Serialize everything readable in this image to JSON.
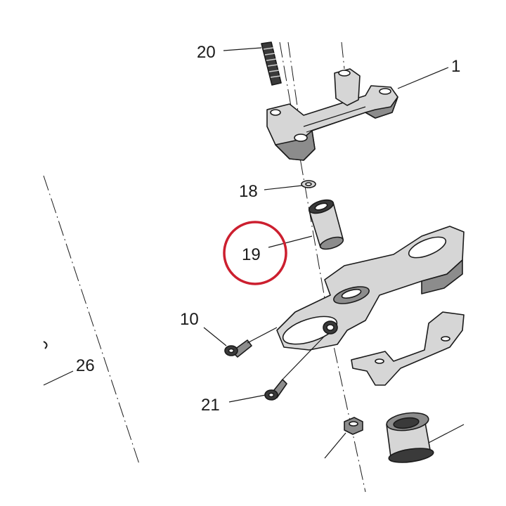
{
  "callouts": {
    "c1": "1",
    "c10": "10",
    "c18": "18",
    "c19": "19",
    "c20": "20",
    "c21": "21",
    "c26": "26"
  },
  "highlight": {
    "ref": "19",
    "color": "#cc1f2f"
  }
}
